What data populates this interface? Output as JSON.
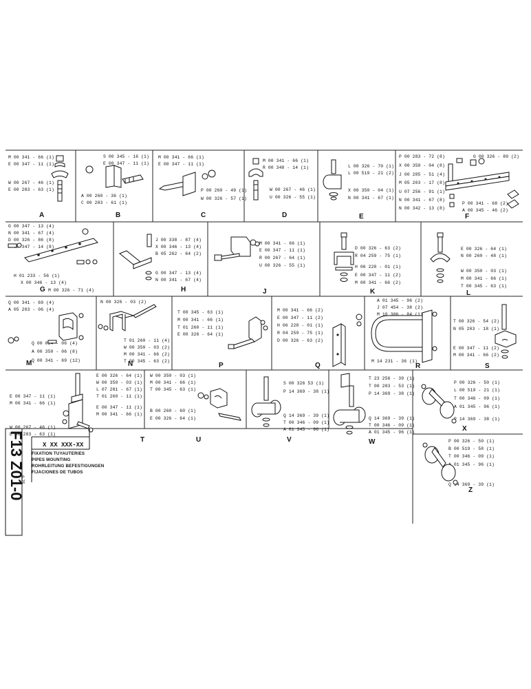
{
  "sheet": {
    "code": "F13 Z01-0",
    "date": "6.75",
    "part_number_format": "X XX XXX-XX",
    "titles": [
      "FIXATION TUYAUTERIES",
      "PIPES MOUNTING",
      "ROHRLEITUNG BEFESTIGUNGEN",
      "FIJACIONES DE TUBOS"
    ]
  },
  "panels": [
    {
      "letter": "A",
      "labels": [
        "M 00 341 - 66 (1)",
        "E 00 347 - 11 (1)",
        "W 00 267 - 46 (1)",
        "E 00 283 - 63 (1)"
      ]
    },
    {
      "letter": "B",
      "labels": [
        "S 00 345 - 16 (1)",
        "E 00 347 - 11 (1)",
        "A 00 260 - 36 (1)",
        "C 00 283 - 61 (1)"
      ]
    },
    {
      "letter": "C",
      "labels": [
        "M 00 341 - 66 (1)",
        "E 00 347 - 11 (1)",
        "P 00 260 - 49 (1)",
        "W 00 326 - 57 (1)"
      ]
    },
    {
      "letter": "D",
      "labels": [
        "M 00 341 - 66 (1)",
        "R 00 348 - 14 (1)",
        "W 00 267 - 46 (1)",
        "U 00 326 - 55 (1)"
      ]
    },
    {
      "letter": "E",
      "labels": [
        "L 00 326 - 70 (1)",
        "L 00 519 - 21 (2)",
        "X 00 350 - 04 (1)",
        "N 00 341 - 67 (1)"
      ]
    },
    {
      "letter": "F",
      "labels": [
        "P 00 283 - 72 (8)",
        "X 00 350 - 04 (8)",
        "J 00 285 - 51 (4)",
        "M 05 203 - 17 (8)",
        "U 07 256 - 91 (1)",
        "N 00 341 - 67 (8)",
        "N 00 342 - 13 (8)",
        "G 00 326 - 89 (2)",
        "P 00 341 - 68 (2)",
        "A 00 345 - 46 (2)"
      ]
    },
    {
      "letter": "G",
      "labels": [
        "G 00 347 - 13 (4)",
        "N 00 341 - 67 (4)",
        "D 00 326 - 86 (8)",
        "H 00 347 - 14 (8)",
        "H 01 233 - 56 (1)",
        "X 00 346 - 13 (4)",
        "M 00 326 - 71 (4)"
      ]
    },
    {
      "letter": "H",
      "labels": [
        "J 00 338 - 87 (4)",
        "X 00 346 - 13 (4)",
        "B 05 262 - 64 (2)",
        "G 00 347 - 13 (4)",
        "N 00 341 - 67 (4)"
      ]
    },
    {
      "letter": "J",
      "labels": [
        "M 00 341 - 66 (1)",
        "E 00 347 - 11 (1)",
        "R 00 267 - 64 (1)",
        "U 00 326 - 55 (1)"
      ]
    },
    {
      "letter": "K",
      "labels": [
        "D 00 326 - 63 (2)",
        "R 04 259 - 75 (1)",
        "H 06 228 - 01 (1)",
        "E 00 347 - 11 (2)",
        "M 00 341 - 66 (2)"
      ]
    },
    {
      "letter": "L",
      "labels": [
        "E 00 326 - 64 (1)",
        "N 00 260 - 48 (1)",
        "W 00 350 - 03 (1)",
        "M 00 341 - 66 (1)",
        "T 00 345 - 63 (1)"
      ]
    },
    {
      "letter": "M",
      "labels": [
        "Q 00 341 - 69 (4)",
        "A 05 203 - 06 (4)",
        "Q 00 024 - 06 (4)",
        "A 00 350 - 06 (8)",
        "Q 00 341 - 69 (12)"
      ]
    },
    {
      "letter": "N",
      "labels": [
        "N 00 326 - 03 (2)",
        "T 01 260 - 11 (4)",
        "W 00 350 - 03 (2)",
        "M 00 341 - 66 (2)",
        "T 00 345 - 63 (2)"
      ]
    },
    {
      "letter": "P",
      "labels": [
        "T 00 345 - 63 (1)",
        "M 00 341 - 66 (1)",
        "T 01 260 - 11 (1)",
        "E 00 326 - 64 (1)"
      ]
    },
    {
      "letter": "Q",
      "labels": [
        "M 00 341 - 66 (2)",
        "E 00 347 - 11 (2)",
        "H 06 228 - 01 (1)",
        "R 04 259 - 75 (1)",
        "D 00 326 - 63 (2)"
      ]
    },
    {
      "letter": "R",
      "labels": [
        "A 01 345 - 96 (2)",
        "J 07 454 - 38 (2)",
        "M 10 306 - 84 (1)",
        "M 14 231 - 36 (1)"
      ]
    },
    {
      "letter": "S",
      "labels": [
        "T 00 326 - 54 (2)",
        "N 05 203 - 18 (1)",
        "E 00 347 - 11 (2)",
        "M 00 341 - 66 (2)"
      ]
    },
    {
      "letter": "T",
      "labels": [
        "E 00 326 - 64 (1)",
        "W 00 350 - 03 (1)",
        "L 07 281 - 67 (1)",
        "T 01 260 - 11 (1)",
        "E 00 347 - 11 (1)",
        "M 00 341 - 66 (1)",
        "E 00 347 - 11 (1)",
        "M 00 341 - 66 (1)",
        "W 00 267 - 46 (1)",
        "E 00 283 - 63 (1)"
      ]
    },
    {
      "letter": "U",
      "labels": [
        "W 00 350 - 03 (1)",
        "M 00 341 - 66 (1)",
        "T 00 345 - 63 (1)",
        "B 00 260 - 60 (1)",
        "E 00 326 - 64 (1)"
      ]
    },
    {
      "letter": "V",
      "labels": [
        "S 00 326 53 (1)",
        "P 14 369 - 38 (1)",
        "Q 14 369 - 39 (1)",
        "T 00 346 - 09 (1)",
        "A 01 345 - 96 (1)"
      ]
    },
    {
      "letter": "W",
      "labels": [
        "T 23 256 - 39 (1)",
        "T 00 283 - 53 (1)",
        "P 14 369 - 38 (1)",
        "Q 14 369 - 39 (1)",
        "T 00 346 - 09 (1)",
        "A 01 345 - 96 (1)"
      ]
    },
    {
      "letter": "X",
      "labels": [
        "P 00 326 - 50 (1)",
        "L 00 519 - 21 (1)",
        "T 00 346 - 09 (1)",
        "A 01 345 - 96 (1)",
        "P 14 369 - 38 (1)"
      ]
    },
    {
      "letter": "Z",
      "labels": [
        "P 00 326 - 50 (1)",
        "B 00 519 - 58 (1)",
        "T 00 346 - 09 (1)",
        "A 01 345 - 96 (1)",
        "Q 14 369 - 39 (1)"
      ]
    }
  ]
}
